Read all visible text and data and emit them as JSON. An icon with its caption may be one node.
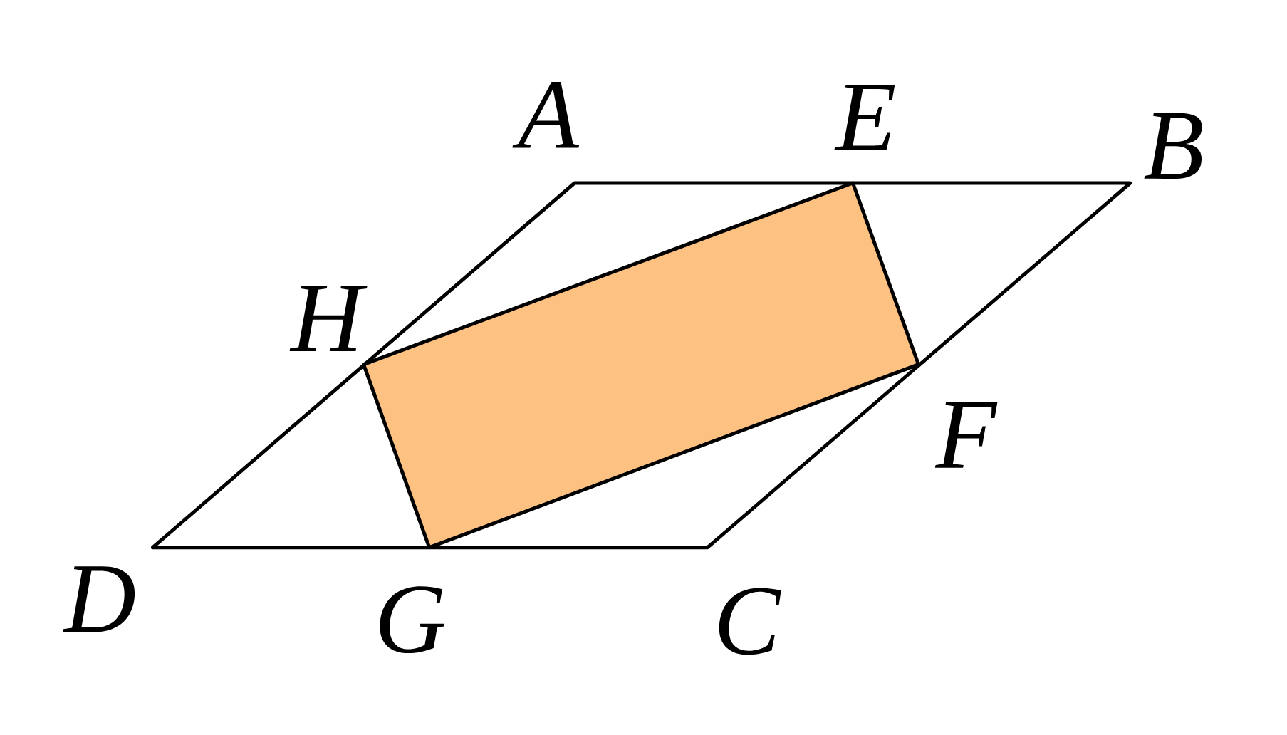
{
  "diagram": {
    "labels": [
      "A",
      "E",
      "B",
      "H",
      "F",
      "D",
      "G",
      "C"
    ]
  }
}
